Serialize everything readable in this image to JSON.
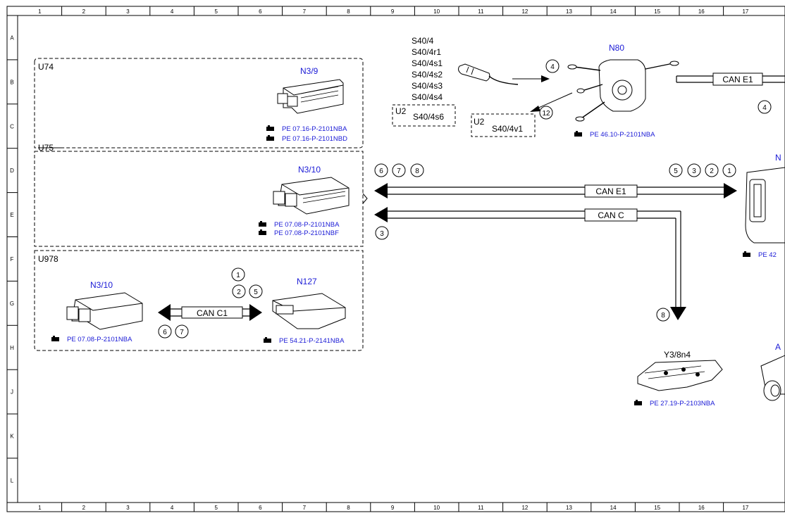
{
  "grid": {
    "columns": [
      "1",
      "2",
      "3",
      "4",
      "5",
      "6",
      "7",
      "8",
      "9",
      "10",
      "11",
      "12",
      "13",
      "14",
      "15",
      "16",
      "17"
    ],
    "rows": [
      "A",
      "B",
      "C",
      "D",
      "E",
      "F",
      "G",
      "H",
      "J",
      "K",
      "L"
    ]
  },
  "groups": {
    "u74": "U74",
    "u75": "U75",
    "u978": "U978",
    "u2_a": "U2",
    "u2_b": "U2"
  },
  "components": {
    "n3_9": "N3/9",
    "n3_10_a": "N3/10",
    "n3_10_b": "N3/10",
    "n127": "N127",
    "n80": "N80",
    "y3_8n4": "Y3/8n4",
    "n_right": "N",
    "a_right": "A"
  },
  "switches": [
    "S40/4",
    "S40/4r1",
    "S40/4s1",
    "S40/4s2",
    "S40/4s3",
    "S40/4s4"
  ],
  "switch_u2_a": "S40/4s6",
  "switch_u2_b": "S40/4v1",
  "refs": {
    "n3_9_1": "PE 07.16-P-2101NBA",
    "n3_9_2": "PE 07.16-P-2101NBD",
    "n3_10_1": "PE 07.08-P-2101NBA",
    "n3_10_2": "PE 07.08-P-2101NBF",
    "n3_10_b": "PE 07.08-P-2101NBA",
    "n127": "PE 54.21-P-2141NBA",
    "n80": "PE 46.10-P-2101NBA",
    "y3": "PE 27.19-P-2103NBA",
    "n_right": "PE 42"
  },
  "buses": {
    "can_e1_top": "CAN E1",
    "can_e1": "CAN E1",
    "can_c": "CAN C",
    "can_c1": "CAN C1"
  },
  "markers": {
    "m4_top": "4",
    "m12": "12",
    "m4_right": "4",
    "m6": "6",
    "m7": "7",
    "m8": "8",
    "m5": "5",
    "m3": "3",
    "m2": "2",
    "m1": "1",
    "m3_left": "3",
    "m8_down": "8",
    "c1_1": "1",
    "c1_2": "2",
    "c1_5": "5",
    "c1_6": "6",
    "c1_7": "7"
  }
}
